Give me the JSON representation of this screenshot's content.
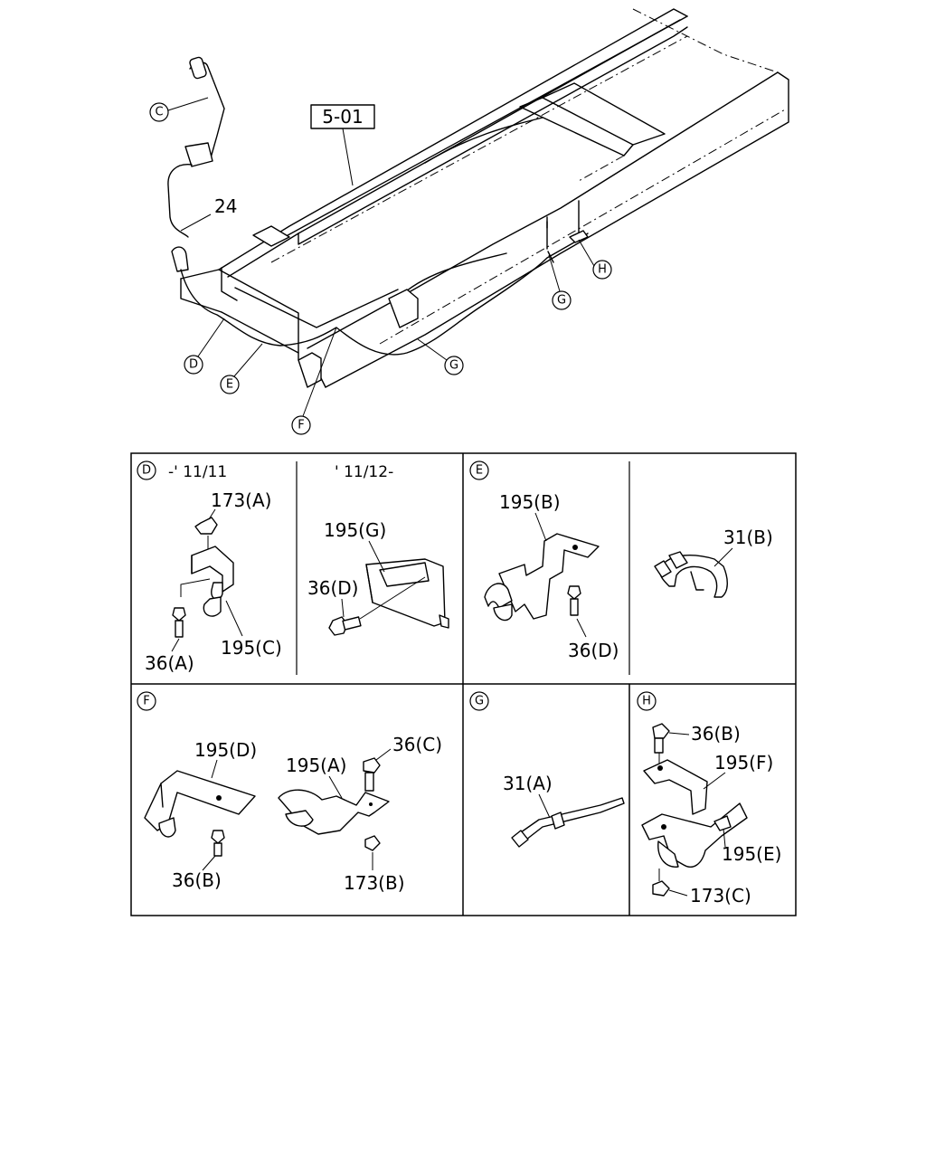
{
  "reference": "5-01",
  "main_callouts": {
    "part_24": "24",
    "c": "C",
    "d": "D",
    "e": "E",
    "f": "F",
    "g1": "G",
    "g2": "G",
    "h": "H"
  },
  "panels": {
    "d": {
      "letter": "D",
      "left_caption": "-' 11/11",
      "right_caption": "' 11/12-",
      "parts": [
        "173(A)",
        "36(A)",
        "195(C)",
        "195(G)",
        "36(D)"
      ]
    },
    "e": {
      "letter": "E",
      "parts": [
        "195(B)",
        "36(D)",
        "31(B)"
      ]
    },
    "f": {
      "letter": "F",
      "parts": [
        "195(D)",
        "36(B)",
        "195(A)",
        "36(C)",
        "173(B)"
      ]
    },
    "g": {
      "letter": "G",
      "parts": [
        "31(A)"
      ]
    },
    "h": {
      "letter": "H",
      "parts": [
        "36(B)",
        "195(F)",
        "195(E)",
        "173(C)"
      ]
    }
  }
}
